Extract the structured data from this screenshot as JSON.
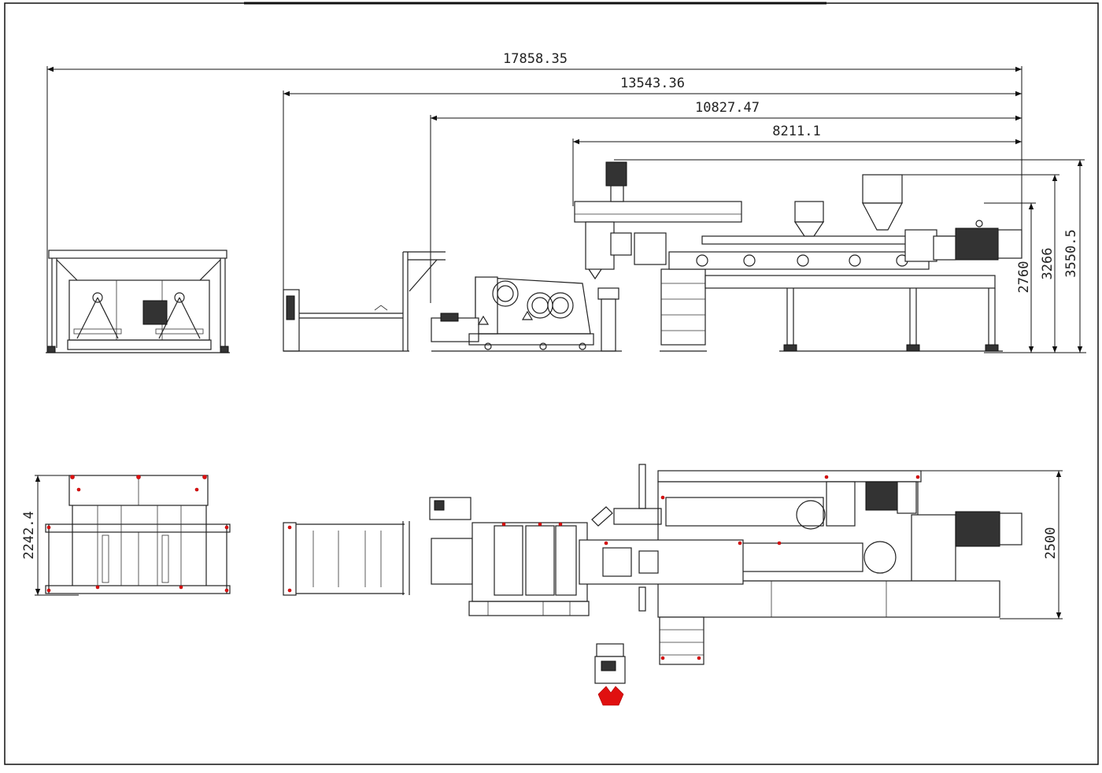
{
  "drawing": {
    "dimensions": {
      "overall_length": "17858.35",
      "length_2": "13543.36",
      "length_3": "10827.47",
      "length_4": "8211.1",
      "height_2760": "2760",
      "height_3266": "3266",
      "height_3550": "3550.5",
      "plan_width_left": "2242.4",
      "plan_width_right": "2500"
    },
    "colors": {
      "line": "#222222",
      "marker": "#e01010",
      "background": "#ffffff"
    }
  }
}
